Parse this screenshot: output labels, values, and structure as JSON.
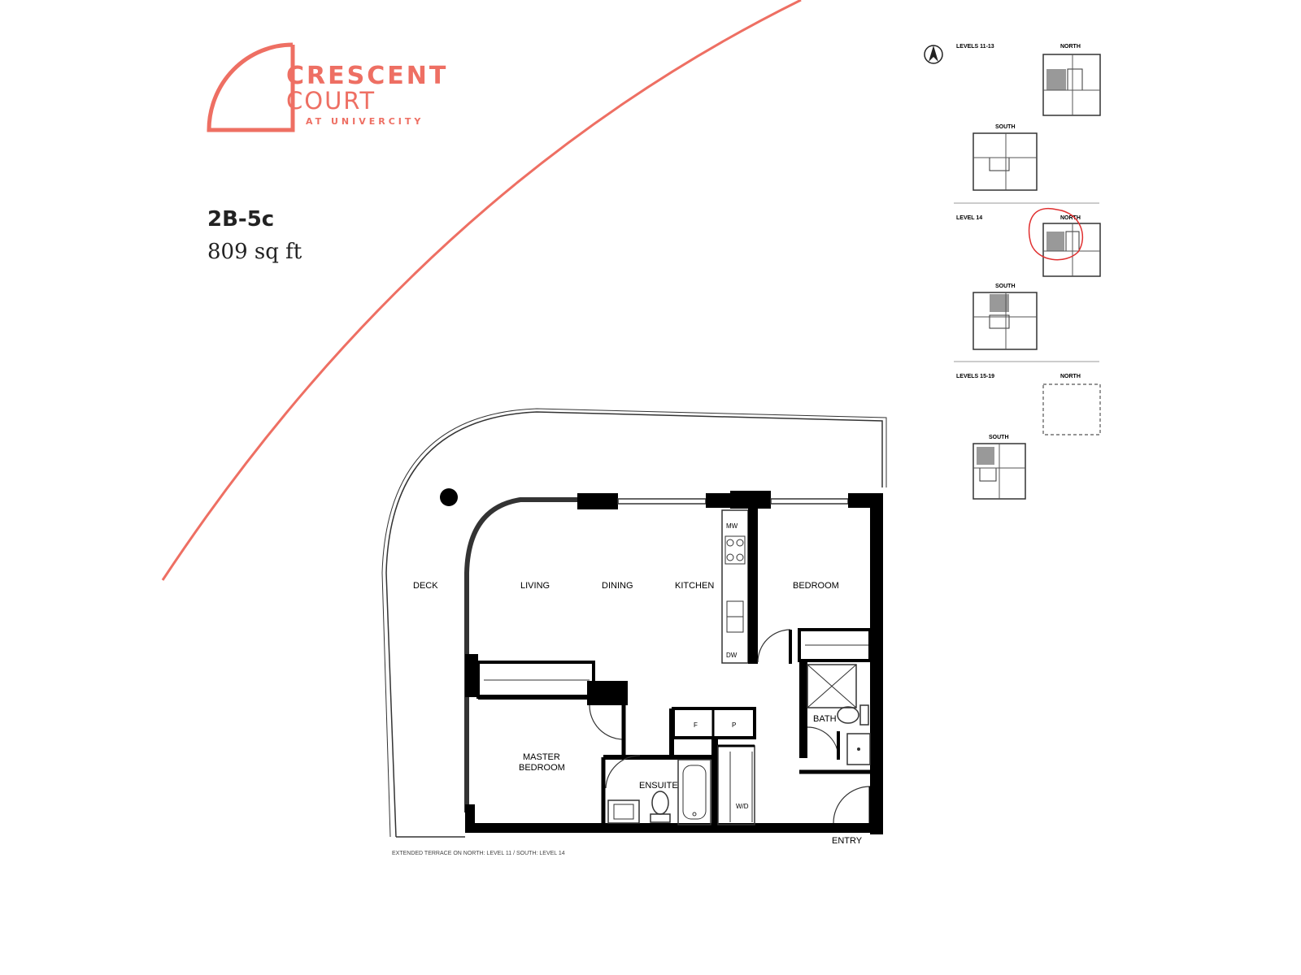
{
  "brand": {
    "line1": "CRESCENT",
    "line2": "COURT",
    "line3": "AT UNIVERCITY",
    "accent_color": "#ee6f63"
  },
  "unit": {
    "name": "2B-5c",
    "area": "809 sq ft"
  },
  "rooms": {
    "deck": "DECK",
    "living": "LIVING",
    "dining": "DINING",
    "kitchen": "KITCHEN",
    "bedroom": "BEDROOM",
    "bath": "BATH",
    "master_line1": "MASTER",
    "master_line2": "BEDROOM",
    "ensuite": "ENSUITE",
    "entry": "ENTRY"
  },
  "fixtures": {
    "mw": "MW",
    "dw": "DW",
    "f": "F",
    "p": "P",
    "wd": "W/D"
  },
  "footnote": "EXTENDED TERRACE ON NORTH: LEVEL 11 / SOUTH: LEVEL 14",
  "key_plan": {
    "north_arrow_icon": "north-arrow-icon",
    "sections": [
      {
        "level": "LEVELS 11-13",
        "north": "NORTH",
        "south": "SOUTH"
      },
      {
        "level": "LEVEL 14",
        "north": "NORTH",
        "south": "SOUTH"
      },
      {
        "level": "LEVELS 15-19",
        "north": "NORTH",
        "south": "SOUTH"
      }
    ],
    "highlight_color": "#e03030"
  }
}
